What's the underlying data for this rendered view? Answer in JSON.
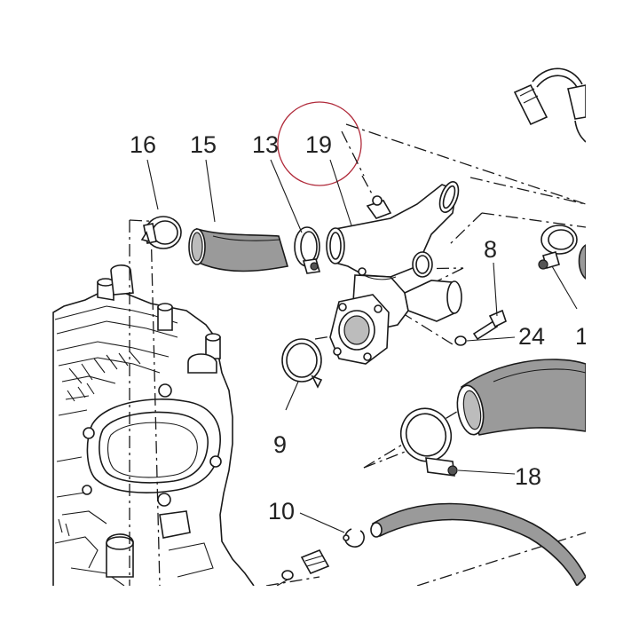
{
  "colors": {
    "hose_fill": "#9a9a9a",
    "line": "#1a1a1a",
    "highlight_circle": "#b02a3a",
    "background": "#ffffff"
  },
  "callouts": {
    "c16": "16",
    "c15": "15",
    "c13": "13",
    "c19": "19",
    "c8": "8",
    "c24": "24",
    "c1": "1",
    "c9": "9",
    "c18": "18",
    "c10": "10"
  }
}
